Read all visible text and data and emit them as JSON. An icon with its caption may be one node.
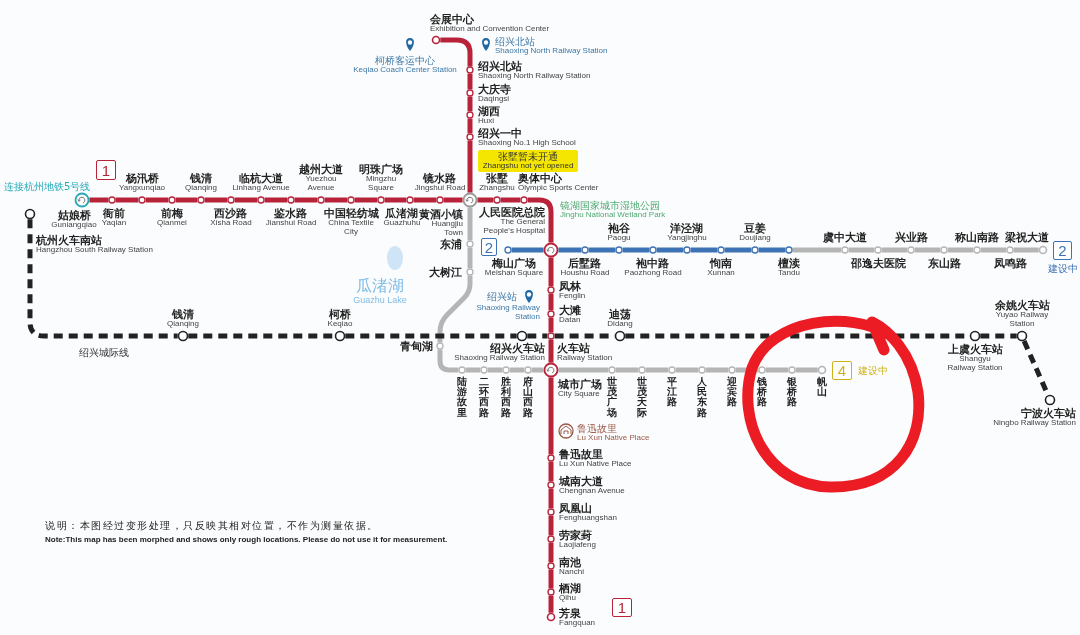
{
  "diagram": {
    "nodes": [
      {
        "text": [],
        "shape": "circle",
        "beside": [
          "会展中心",
          "Exhibition and Convention Center"
        ]
      },
      {
        "text": [],
        "shape": "circle",
        "beside": [
          "绍兴北站",
          "Shaoxing North Railway Station"
        ]
      },
      {
        "text": [],
        "shape": "circle",
        "beside": [
          "大庆寺",
          "Daqingsi"
        ]
      },
      {
        "text": [],
        "shape": "circle",
        "beside": [
          "湖西",
          "Huxi"
        ]
      },
      {
        "text": [],
        "shape": "circle",
        "beside": [
          "绍兴一中",
          "Shaoxing No.1 High School"
        ]
      },
      {
        "text": [
          "张墅暂未开通",
          "Zhangshu not yet opened"
        ]
      },
      {
        "text": [
          "1"
        ]
      },
      {
        "text": [],
        "shape": "circle",
        "beside": [
          "姑娘桥",
          "Guniangqiao"
        ]
      },
      {
        "text": [],
        "shape": "circle",
        "beside": [
          "衙前",
          "Yaqian"
        ]
      },
      {
        "text": [],
        "shape": "circle",
        "beside": [
          "杨汛桥",
          "Yangxunqiao"
        ]
      },
      {
        "text": [],
        "shape": "circle",
        "beside": [
          "前梅",
          "Qianmei"
        ]
      },
      {
        "text": [],
        "shape": "circle",
        "beside": [
          "钱清",
          "Qianqing"
        ]
      },
      {
        "text": [],
        "shape": "circle",
        "beside": [
          "西沙路",
          "Xisha Road"
        ]
      },
      {
        "text": [],
        "shape": "circle",
        "beside": [
          "临杭大道",
          "Linhang Avenue"
        ]
      },
      {
        "text": [],
        "shape": "circle",
        "beside": [
          "鉴水路",
          "Jianshui Road"
        ]
      },
      {
        "text": [],
        "shape": "circle",
        "beside": [
          "越州大道",
          "Yuezhou Avenue"
        ]
      },
      {
        "text": [],
        "shape": "circle",
        "beside": [
          "中国轻纺城",
          "China Textile City"
        ]
      },
      {
        "text": [],
        "shape": "circle",
        "beside": [
          "明珠广场",
          "Mingzhu Square"
        ]
      },
      {
        "text": [],
        "shape": "circle",
        "beside": [
          "瓜渚湖",
          "Guazhuhu"
        ]
      },
      {
        "text": [],
        "shape": "circle",
        "beside": [
          "镜水路",
          "Jingshui Road"
        ]
      },
      {
        "text": [],
        "shape": "circle",
        "beside": [
          "黄酒小镇",
          "Huangjiu Town"
        ]
      },
      {
        "text": [],
        "shape": "circle",
        "beside": [
          "张墅",
          "Zhangshu"
        ]
      },
      {
        "text": [],
        "shape": "circle",
        "beside": [
          "奥体中心",
          "Olympic Sports Center"
        ]
      },
      {
        "text": [],
        "shape": "circle",
        "beside": [
          "杭州火车南站",
          "Hangzhou South Railway Station"
        ]
      },
      {
        "text": [],
        "shape": "circle",
        "beside": [
          "东浦"
        ]
      },
      {
        "text": [
          "2"
        ]
      },
      {
        "text": [],
        "shape": "circle",
        "beside": [
          "梅山广场",
          "Meishan Square"
        ]
      },
      {
        "text": [],
        "shape": "circle",
        "beside": [
          "人民医院总院",
          "The General People's Hospital"
        ]
      },
      {
        "text": [],
        "shape": "circle",
        "beside": [
          "后墅路",
          "Houshu Road"
        ]
      },
      {
        "text": [],
        "shape": "circle",
        "beside": [
          "袍谷",
          "Paogu"
        ]
      },
      {
        "text": [],
        "shape": "circle",
        "beside": [
          "袍中路",
          "Paozhong Road"
        ]
      },
      {
        "text": [],
        "shape": "circle",
        "beside": [
          "洋泾湖",
          "Yangjinghu"
        ]
      },
      {
        "text": [],
        "shape": "circle",
        "beside": [
          "恂南",
          "Xunnan"
        ]
      },
      {
        "text": [],
        "shape": "circle",
        "beside": [
          "豆姜",
          "Doujiang"
        ]
      },
      {
        "text": [],
        "shape": "circle",
        "beside": [
          "檀渎",
          "Tandu"
        ]
      },
      {
        "text": [],
        "shape": "circle",
        "beside": [
          "虞中大道"
        ]
      },
      {
        "text": [],
        "shape": "circle",
        "beside": [
          "邵逸夫医院"
        ]
      },
      {
        "text": [],
        "shape": "circle",
        "beside": [
          "兴业路"
        ]
      },
      {
        "text": [],
        "shape": "circle",
        "beside": [
          "东山路"
        ]
      },
      {
        "text": [],
        "shape": "circle",
        "beside": [
          "称山南路"
        ]
      },
      {
        "text": [],
        "shape": "circle",
        "beside": [
          "凤鸣路"
        ]
      },
      {
        "text": [],
        "shape": "circle",
        "beside": [
          "梁祝大道"
        ]
      },
      {
        "text": [
          "2"
        ],
        "beside": [
          "建设中"
        ]
      },
      {
        "text": [],
        "shape": "circle",
        "beside": [
          "大树江"
        ]
      },
      {
        "text": [],
        "shape": "circle",
        "beside": [
          "凤林",
          "Fenglin"
        ]
      },
      {
        "text": [],
        "shape": "circle",
        "beside": [
          "大滩",
          "Datan"
        ]
      },
      {
        "text": [],
        "shape": "circle",
        "beside": [
          "钱清",
          "Qianqing"
        ]
      },
      {
        "text": [],
        "shape": "circle",
        "beside": [
          "柯桥",
          "Keqiao"
        ]
      },
      {
        "text": [],
        "shape": "circle"
      },
      {
        "text": [],
        "shape": "circle",
        "beside": [
          "绍兴火车站",
          "Shaoxing Railway Station",
          "火车站",
          "Railway Station"
        ]
      },
      {
        "text": [],
        "shape": "circle",
        "beside": [
          "迪荡",
          "Didang"
        ]
      },
      {
        "text": [],
        "shape": "circle",
        "beside": [
          "上虞火车站",
          "Shangyu Railway Station"
        ]
      },
      {
        "text": [],
        "shape": "circle",
        "beside": [
          "余姚火车站",
          "Yuyao Railway Station"
        ]
      },
      {
        "text": [],
        "shape": "circle",
        "beside": [
          "青甸湖"
        ]
      },
      {
        "text": [],
        "shape": "circle",
        "beside": [
          "陆游故里"
        ]
      },
      {
        "text": [],
        "shape": "circle",
        "beside": [
          "二环西路"
        ]
      },
      {
        "text": [],
        "shape": "circle",
        "beside": [
          "胜利西路"
        ]
      },
      {
        "text": [],
        "shape": "circle",
        "beside": [
          "府山西路"
        ]
      },
      {
        "text": [],
        "shape": "circle",
        "beside": [
          "城市广场",
          "City Square"
        ]
      },
      {
        "text": [],
        "shape": "circle",
        "beside": [
          "世茂广场"
        ]
      },
      {
        "text": [],
        "shape": "circle",
        "beside": [
          "世茂天际"
        ]
      },
      {
        "text": [],
        "shape": "circle",
        "beside": [
          "平江路"
        ]
      },
      {
        "text": [],
        "shape": "circle",
        "beside": [
          "人民东路"
        ]
      },
      {
        "text": [],
        "shape": "circle",
        "beside": [
          "迎宾路"
        ]
      },
      {
        "text": [],
        "shape": "circle",
        "beside": [
          "钱桥路"
        ]
      },
      {
        "text": [],
        "shape": "circle",
        "beside": [
          "银桥路"
        ]
      },
      {
        "text": [],
        "shape": "circle",
        "beside": [
          "帆山"
        ]
      },
      {
        "text": [
          "4"
        ],
        "beside": [
          "建设中"
        ]
      },
      {
        "text": [],
        "shape": "circle",
        "beside": [
          "宁波火车站",
          "Ningbo Railway Station"
        ]
      },
      {
        "text": [],
        "shape": "circle",
        "beside": [
          "鲁迅故里",
          "Lu Xun Native Place"
        ]
      },
      {
        "text": [],
        "shape": "circle",
        "beside": [
          "城南大道",
          "Chengnan Avenue"
        ]
      },
      {
        "text": [],
        "shape": "circle",
        "beside": [
          "凤凰山",
          "Fenghuangshan"
        ]
      },
      {
        "text": [],
        "shape": "circle",
        "beside": [
          "劳家葑",
          "Laojiafeng"
        ]
      },
      {
        "text": [],
        "shape": "circle",
        "beside": [
          "南池",
          "Nanchi"
        ]
      },
      {
        "text": [],
        "shape": "circle",
        "beside": [
          "栖湖",
          "Qihu"
        ]
      },
      {
        "text": [
          "1"
        ]
      },
      {
        "text": [],
        "shape": "circle",
        "beside": [
          "芳泉",
          "Fangquan"
        ]
      }
    ],
    "edges": [
      {
        "from": 0,
        "to": 1,
        "arrow": "none"
      },
      {
        "from": 1,
        "to": 2,
        "arrow": "none"
      },
      {
        "from": 2,
        "to": 3,
        "arrow": "none"
      },
      {
        "from": 3,
        "to": 4,
        "arrow": "none"
      },
      {
        "from": 4,
        "to": 20,
        "arrow": "none"
      },
      {
        "from": 7,
        "to": 8,
        "arrow": "none"
      },
      {
        "from": 8,
        "to": 9,
        "arrow": "none"
      },
      {
        "from": 9,
        "to": 10,
        "arrow": "none"
      },
      {
        "from": 10,
        "to": 11,
        "arrow": "none"
      },
      {
        "from": 11,
        "to": 12,
        "arrow": "none"
      },
      {
        "from": 12,
        "to": 13,
        "arrow": "none"
      },
      {
        "from": 13,
        "to": 14,
        "arrow": "none"
      },
      {
        "from": 14,
        "to": 15,
        "arrow": "none"
      },
      {
        "from": 15,
        "to": 16,
        "arrow": "none"
      },
      {
        "from": 16,
        "to": 17,
        "arrow": "none"
      },
      {
        "from": 17,
        "to": 18,
        "arrow": "none"
      },
      {
        "from": 18,
        "to": 19,
        "arrow": "none"
      },
      {
        "from": 19,
        "to": 20,
        "arrow": "none"
      },
      {
        "from": 20,
        "to": 21,
        "arrow": "none"
      },
      {
        "from": 21,
        "to": 22,
        "arrow": "none"
      },
      {
        "from": 22,
        "to": 27,
        "arrow": "none"
      },
      {
        "from": 27,
        "to": 44,
        "arrow": "none"
      },
      {
        "from": 44,
        "to": 45,
        "arrow": "none"
      },
      {
        "from": 45,
        "to": 49,
        "arrow": "none"
      },
      {
        "from": 49,
        "to": 58,
        "arrow": "none"
      },
      {
        "from": 58,
        "to": 69,
        "arrow": "none"
      },
      {
        "from": 69,
        "to": 70,
        "arrow": "none"
      },
      {
        "from": 70,
        "to": 71,
        "arrow": "none"
      },
      {
        "from": 71,
        "to": 72,
        "arrow": "none"
      },
      {
        "from": 72,
        "to": 73,
        "arrow": "none"
      },
      {
        "from": 73,
        "to": 74,
        "arrow": "none"
      },
      {
        "from": 74,
        "to": 76,
        "arrow": "none"
      },
      {
        "from": 26,
        "to": 27,
        "arrow": "none",
        "color": "#3d72b4"
      },
      {
        "from": 27,
        "to": 28,
        "arrow": "none",
        "color": "#3d72b4"
      },
      {
        "from": 28,
        "to": 29,
        "arrow": "none",
        "color": "#3d72b4"
      },
      {
        "from": 29,
        "to": 30,
        "arrow": "none",
        "color": "#3d72b4"
      },
      {
        "from": 30,
        "to": 31,
        "arrow": "none",
        "color": "#3d72b4"
      },
      {
        "from": 31,
        "to": 32,
        "arrow": "none",
        "color": "#3d72b4"
      },
      {
        "from": 32,
        "to": 33,
        "arrow": "none",
        "color": "#3d72b4"
      },
      {
        "from": 33,
        "to": 34,
        "arrow": "none",
        "color": "#3d72b4"
      },
      {
        "from": 34,
        "to": 35,
        "arrow": "none",
        "color": "#b5b5b5"
      },
      {
        "from": 35,
        "to": 36,
        "arrow": "none",
        "color": "#b5b5b5"
      },
      {
        "from": 36,
        "to": 37,
        "arrow": "none",
        "color": "#b5b5b5"
      },
      {
        "from": 37,
        "to": 38,
        "arrow": "none",
        "color": "#b5b5b5"
      },
      {
        "from": 38,
        "to": 39,
        "arrow": "none",
        "color": "#b5b5b5"
      },
      {
        "from": 39,
        "to": 40,
        "arrow": "none",
        "color": "#b5b5b5"
      },
      {
        "from": 40,
        "to": 41,
        "arrow": "none",
        "color": "#b5b5b5"
      },
      {
        "from": 20,
        "to": 24,
        "arrow": "none",
        "color": "#b5b5b5"
      },
      {
        "from": 24,
        "to": 43,
        "arrow": "none",
        "color": "#b5b5b5"
      },
      {
        "from": 43,
        "to": 53,
        "arrow": "none",
        "color": "#b5b5b5"
      },
      {
        "from": 53,
        "to": 54,
        "arrow": "none",
        "color": "#b5b5b5"
      },
      {
        "from": 54,
        "to": 55,
        "arrow": "none",
        "color": "#b5b5b5"
      },
      {
        "from": 55,
        "to": 56,
        "arrow": "none",
        "color": "#b5b5b5"
      },
      {
        "from": 56,
        "to": 57,
        "arrow": "none",
        "color": "#b5b5b5"
      },
      {
        "from": 57,
        "to": 58,
        "arrow": "none",
        "color": "#b5b5b5"
      },
      {
        "from": 58,
        "to": 59,
        "arrow": "none",
        "color": "#b5b5b5"
      },
      {
        "from": 59,
        "to": 60,
        "arrow": "none",
        "color": "#b5b5b5"
      },
      {
        "from": 60,
        "to": 61,
        "arrow": "none",
        "color": "#b5b5b5"
      },
      {
        "from": 61,
        "to": 62,
        "arrow": "none",
        "color": "#b5b5b5"
      },
      {
        "from": 62,
        "to": 63,
        "arrow": "none",
        "color": "#b5b5b5"
      },
      {
        "from": 63,
        "to": 64,
        "arrow": "none",
        "color": "#b5b5b5"
      },
      {
        "from": 64,
        "to": 65,
        "arrow": "none",
        "color": "#b5b5b5"
      },
      {
        "from": 65,
        "to": 66,
        "arrow": "none",
        "color": "#b5b5b5"
      },
      {
        "from": 23,
        "to": 46,
        "arrow": "none",
        "style": "dashed",
        "color": "#222222"
      },
      {
        "from": 46,
        "to": 47,
        "arrow": "none",
        "style": "dashed",
        "color": "#222222"
      },
      {
        "from": 47,
        "to": 48,
        "arrow": "none",
        "style": "dashed",
        "color": "#222222"
      },
      {
        "from": 48,
        "to": 49,
        "arrow": "none",
        "style": "dashed",
        "color": "#222222"
      },
      {
        "from": 49,
        "to": 50,
        "arrow": "none",
        "style": "dashed",
        "color": "#222222"
      },
      {
        "from": 50,
        "to": 51,
        "arrow": "none",
        "style": "dashed",
        "color": "#222222"
      },
      {
        "from": 51,
        "to": 52,
        "arrow": "none",
        "style": "dashed",
        "color": "#222222"
      },
      {
        "from": 52,
        "to": 68,
        "arrow": "none",
        "style": "dashed",
        "color": "#222222"
      }
    ],
    "labels": [
      "绍兴北站",
      "Shaoxing North Railway Station",
      "柯桥客运中心",
      "Keqiao Coach Center Station",
      "连接杭州地铁5号线",
      "镜湖国家城市湿地公园",
      "Jinghu National Wetland Park",
      "瓜渚湖",
      "Guazhu Lake",
      "绍兴站",
      "Shaoxing Railway Station",
      "绍兴城际线",
      "鲁迅故里",
      "Lu Xun Native Place",
      "说明：本图经过变形处理，只反映其相对位置，不作为测量依据。",
      "Note:This map has been morphed and shows only rough locations. Please do not use it for measurement."
    ]
  }
}
